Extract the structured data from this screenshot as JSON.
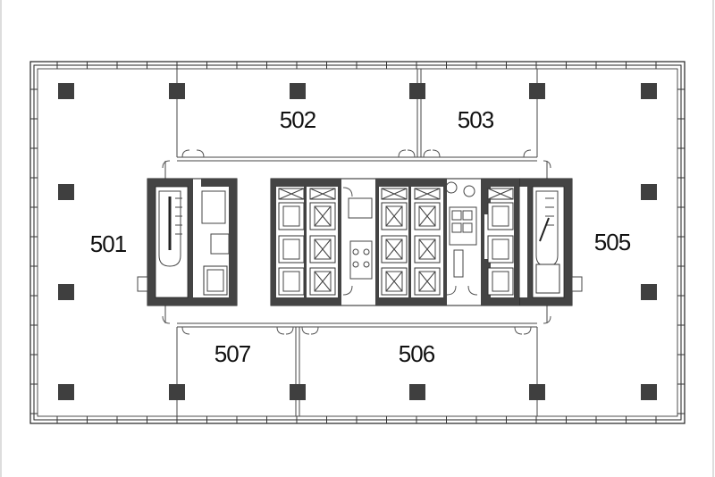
{
  "rooms": {
    "r501": "501",
    "r502": "502",
    "r503": "503",
    "r505": "505",
    "r506": "506",
    "r507": "507"
  },
  "colors": {
    "line": "#222222",
    "column": "#3f3f3f",
    "core_wall": "#444444",
    "background": "#ffffff"
  }
}
